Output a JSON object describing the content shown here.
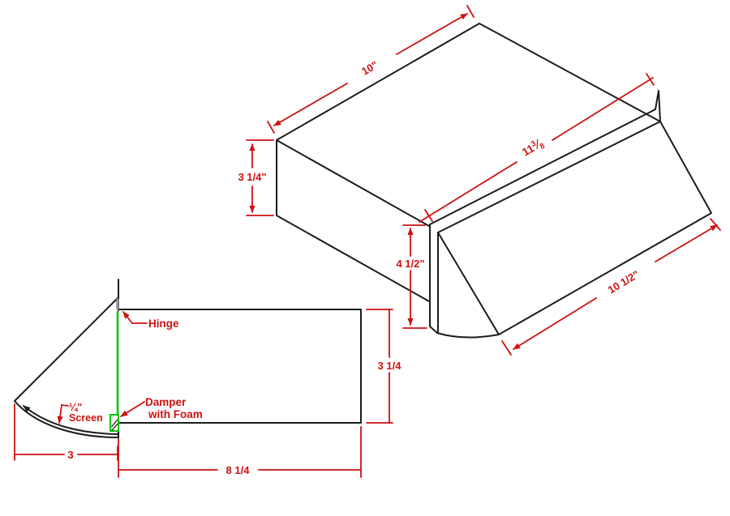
{
  "colors": {
    "line_black": "#1c1c1c",
    "dimension_red": "#cc1111",
    "damper_green": "#00c400",
    "hinge_gray": "#8f8f8f",
    "background": "#ffffff"
  },
  "iso_view": {
    "dim_top_width": "10\"",
    "dim_left_height": "3 1/4\"",
    "dim_flange_width": {
      "whole": "11",
      "numerator": "3",
      "slash": "⁄",
      "denominator": "8"
    },
    "dim_right_height": "4 1/2\"",
    "dim_flap_slope": "10 1/2\""
  },
  "side_view": {
    "label_hinge": "Hinge",
    "label_damper_line1": "Damper",
    "label_damper_line2": "with Foam",
    "label_screen_line1": "¼\"",
    "label_screen_line2": "Screen",
    "dim_height": "3 1/4",
    "dim_duct_length": "8 1/4",
    "dim_hood_projection": "3"
  }
}
